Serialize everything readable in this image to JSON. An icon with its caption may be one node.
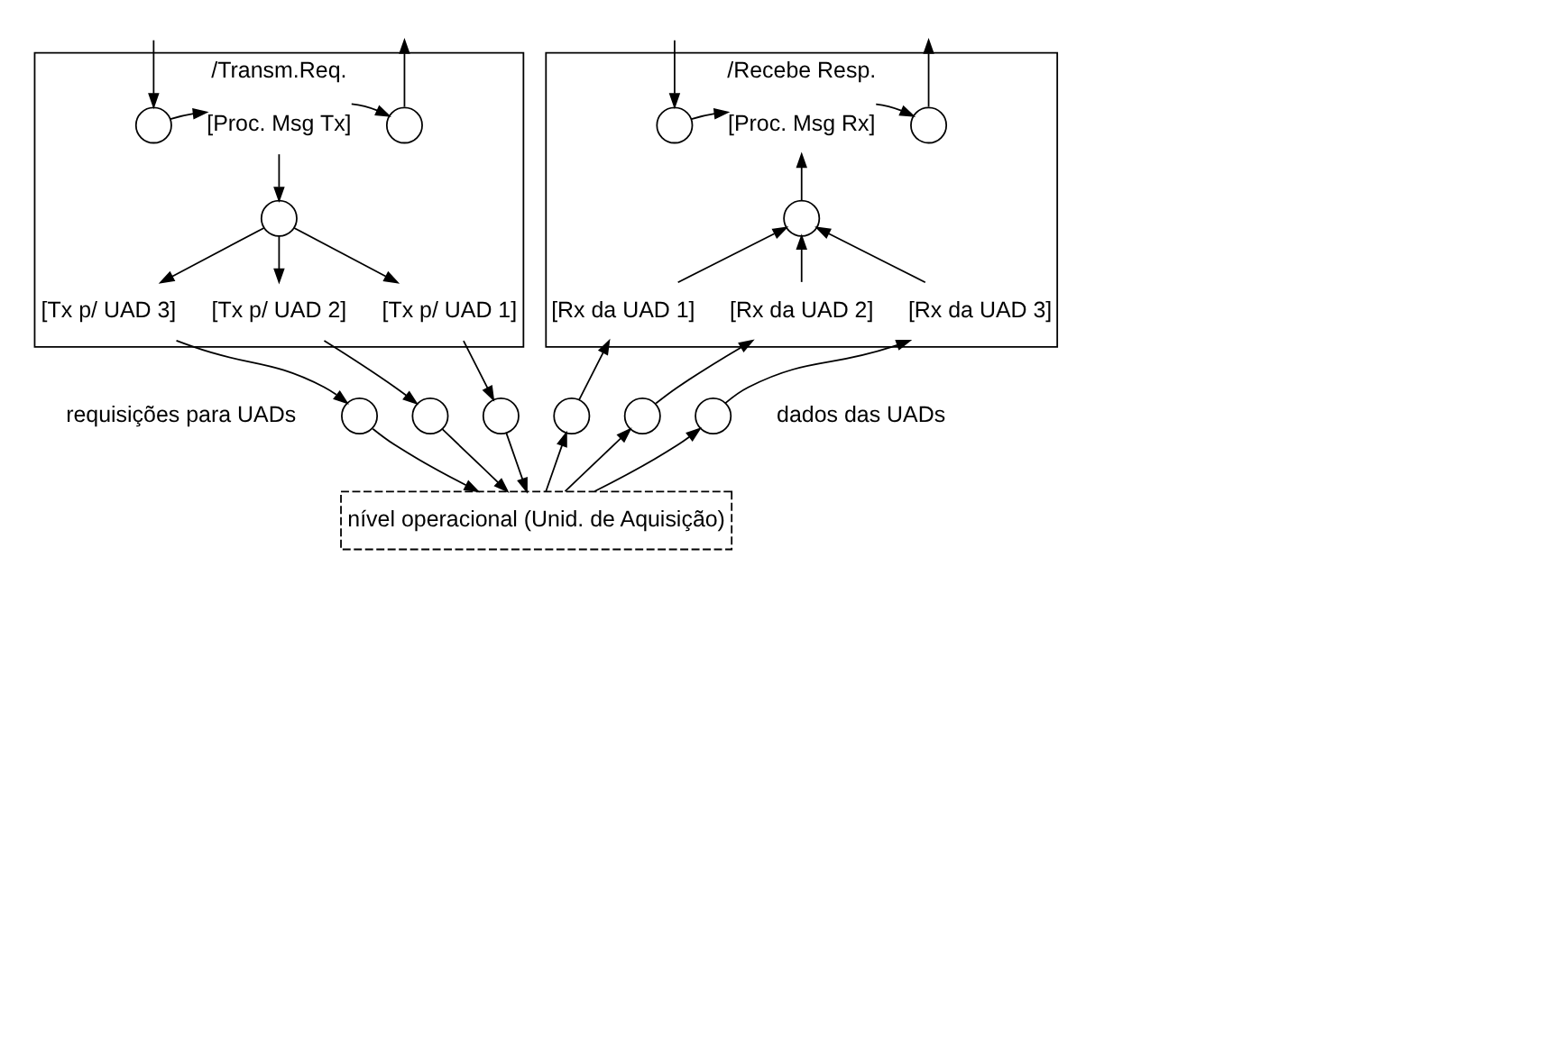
{
  "diagram": {
    "nodes": [
      {
        "text": [
          "/Transm.Req."
        ]
      },
      {
        "text": [],
        "shape": "circle",
        "in": 0
      },
      {
        "text": [
          "[Proc. Msg Tx]"
        ],
        "in": 0
      },
      {
        "text": [],
        "shape": "circle",
        "in": 0
      },
      {
        "text": [],
        "shape": "circle",
        "in": 0
      },
      {
        "text": [
          "[Tx p/ UAD 1]"
        ],
        "in": 0
      },
      {
        "text": [
          "[Tx p/ UAD 2]"
        ],
        "in": 0
      },
      {
        "text": [
          "[Tx p/ UAD 3]"
        ],
        "in": 0
      },
      {
        "text": [
          "/Recebe Resp."
        ]
      },
      {
        "text": [],
        "shape": "circle",
        "in": 8
      },
      {
        "text": [
          "[Proc. Msg Rx]"
        ],
        "in": 8
      },
      {
        "text": [],
        "shape": "circle",
        "in": 8
      },
      {
        "text": [],
        "shape": "circle",
        "in": 8
      },
      {
        "text": [
          "[Rx da UAD 1]"
        ],
        "in": 8
      },
      {
        "text": [
          "[Rx da UAD 2]"
        ],
        "in": 8
      },
      {
        "text": [
          "[Rx da UAD 3]"
        ],
        "in": 8
      },
      {
        "text": [],
        "shape": "circle"
      },
      {
        "text": [],
        "shape": "circle"
      },
      {
        "text": [],
        "shape": "circle"
      },
      {
        "text": [],
        "shape": "circle"
      },
      {
        "text": [],
        "shape": "circle"
      },
      {
        "text": [],
        "shape": "circle"
      },
      {
        "text": [
          "nível operacional (Unid. de Aquisição)"
        ]
      }
    ],
    "edges": [
      {
        "from": 0,
        "to": 1,
        "arrow": "to"
      },
      {
        "from": 1,
        "to": 2,
        "arrow": "to"
      },
      {
        "from": 2,
        "to": 3,
        "arrow": "to"
      },
      {
        "from": 3,
        "to": 0,
        "arrow": "to"
      },
      {
        "from": 2,
        "to": 4,
        "arrow": "to"
      },
      {
        "from": 4,
        "to": 5,
        "arrow": "to"
      },
      {
        "from": 4,
        "to": 6,
        "arrow": "to"
      },
      {
        "from": 4,
        "to": 7,
        "arrow": "to"
      },
      {
        "from": 7,
        "to": 16,
        "arrow": "to"
      },
      {
        "from": 6,
        "to": 17,
        "arrow": "to"
      },
      {
        "from": 5,
        "to": 18,
        "arrow": "to"
      },
      {
        "from": 16,
        "to": 22,
        "arrow": "to"
      },
      {
        "from": 17,
        "to": 22,
        "arrow": "to"
      },
      {
        "from": 18,
        "to": 22,
        "arrow": "to"
      },
      {
        "from": 22,
        "to": 19,
        "arrow": "to"
      },
      {
        "from": 22,
        "to": 20,
        "arrow": "to"
      },
      {
        "from": 22,
        "to": 21,
        "arrow": "to"
      },
      {
        "from": 19,
        "to": 13,
        "arrow": "to"
      },
      {
        "from": 20,
        "to": 14,
        "arrow": "to"
      },
      {
        "from": 21,
        "to": 15,
        "arrow": "to"
      },
      {
        "from": 13,
        "to": 12,
        "arrow": "to"
      },
      {
        "from": 14,
        "to": 12,
        "arrow": "to"
      },
      {
        "from": 15,
        "to": 12,
        "arrow": "to"
      },
      {
        "from": 12,
        "to": 10,
        "arrow": "to"
      },
      {
        "from": 8,
        "to": 9,
        "arrow": "to"
      },
      {
        "from": 9,
        "to": 10,
        "arrow": "to"
      },
      {
        "from": 10,
        "to": 11,
        "arrow": "to"
      },
      {
        "from": 11,
        "to": 8,
        "arrow": "to"
      }
    ],
    "labels": [
      "requisições para UADs",
      "dados das UADs"
    ]
  }
}
